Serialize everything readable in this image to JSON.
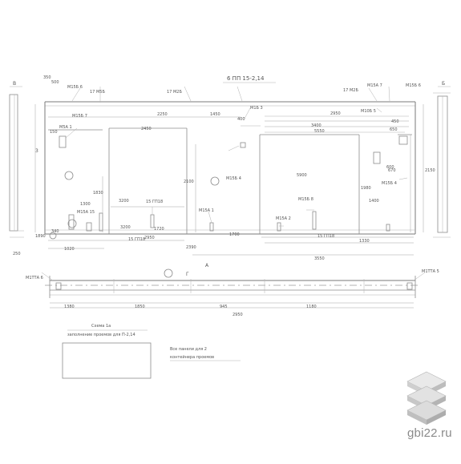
{
  "sheet": {
    "title": "6 ПП 15-2,14",
    "watermark": "gbi22.ru",
    "logo_icon": "stacked-panels-icon"
  },
  "sections": {
    "left_cut": "В",
    "right_cut": "Б",
    "left_mark": "3",
    "bottom_mark": "А",
    "bottom_section": "Г"
  },
  "labels": {
    "m6_top_left": "М15Б 6",
    "m17_top": "17 М5Б",
    "m17_mid": "17 М2Б",
    "m17_right": "17 М2Б",
    "m15_left": "М15Б 7",
    "m5a": "М5А 1",
    "m1a_right": "М15А 7",
    "m5_right": "М10Б 5",
    "m6_right": "М15Б 6",
    "m3": "М1Б 3",
    "m4": "М15Б 4",
    "m8": "М15Б 8",
    "m2": "М15А 2",
    "m4_right": "М15Б 4",
    "m1a": "М15А 1",
    "m15_bot": "М15А 15",
    "mitta_left": "М1ТТА 6",
    "mitta_right": "М1ТТА 5",
    "pass_15": "15 ГП18",
    "pass_16": "15 ГП18",
    "pass_17": "15 ГП18",
    "dim_top_2250": "2250",
    "dim_top_1450": "1450",
    "dim_top_2950": "2950",
    "dim_top_5550": "5550",
    "dim_inner_2450": "2450",
    "dim_inner_3400": "3400",
    "dim_left_1300": "1300",
    "dim_left_3200": "3200",
    "dim_center_5900": "5900",
    "dim_right_1400": "1400",
    "dim_right_600": "600",
    "dim_bot_2950": "2950",
    "dim_bot_1720": "1720",
    "dim_bot_1330": "1330",
    "dim_bot_3550": "3550",
    "dim_bot2_1380": "1380",
    "dim_bot2_1850": "1850",
    "dim_bot2_1180": "1180",
    "dim_bot2_945": "945",
    "dim_bot2_2950": "2950",
    "small_500": "500",
    "small_450": "450",
    "small_650": "650",
    "small_340": "340",
    "small_1020": "1020",
    "small_150": "150",
    "small_250": "250",
    "small_350": "350",
    "small_400": "400",
    "small_670": "670",
    "small_2150": "2150",
    "small_2100": "2100",
    "small_1980": "1980",
    "small_1830": "1830",
    "small_1890": "1890",
    "small_3200": "3200",
    "small_2390": "2390",
    "small_1700": "1700"
  },
  "notes": {
    "box_title": "Схема 1а",
    "box_caption": "заполнение проемов для П-2,14",
    "side_note_line1": "Все панели для 2",
    "side_note_line2": "контейнера проемов"
  }
}
